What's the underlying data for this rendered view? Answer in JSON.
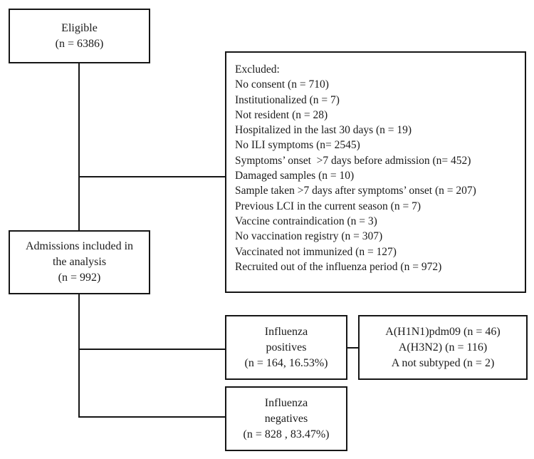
{
  "colors": {
    "line": "#161616",
    "text": "#1b1b1b",
    "background": "#ffffff"
  },
  "flowchart": {
    "eligible": {
      "lines": [
        "Eligible",
        "(n = 6386)"
      ]
    },
    "excluded": {
      "title": "Excluded:",
      "items": [
        "No consent (n = 710)",
        "Institutionalized (n = 7)",
        "Not resident (n = 28)",
        "Hospitalized in the last 30 days (n = 19)",
        "No ILI symptoms (n= 2545)",
        "Symptoms’ onset  >7 days before admission (n= 452)",
        "Damaged samples (n = 10)",
        "Sample taken >7 days after symptoms’ onset (n = 207)",
        "Previous LCI in the current season (n = 7)",
        "Vaccine contraindication (n = 3)",
        "No vaccination registry (n = 307)",
        "Vaccinated not immunized (n = 127)",
        "Recruited out of the influenza period (n = 972)"
      ]
    },
    "admissions": {
      "lines": [
        "Admissions included in",
        "the analysis",
        "(n = 992)"
      ]
    },
    "positives": {
      "lines": [
        "Influenza",
        "positives",
        "(n = 164, 16.53%)"
      ]
    },
    "subtypes": {
      "lines": [
        "A(H1N1)pdm09 (n = 46)",
        "A(H3N2) (n = 116)",
        "A not subtyped (n = 2)"
      ]
    },
    "negatives": {
      "lines": [
        "Influenza",
        "negatives",
        "(n = 828 , 83.47%)"
      ]
    }
  }
}
